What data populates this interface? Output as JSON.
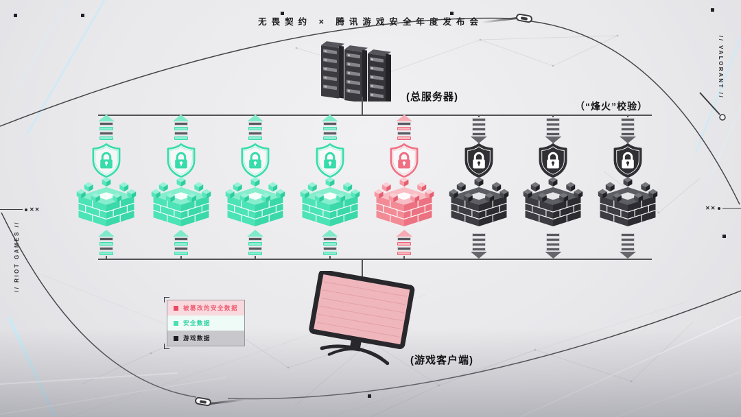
{
  "meta": {
    "title": "无畏契约 × 腾讯游戏安全年度发布会"
  },
  "side_labels": {
    "left": "// RIOT GAMES //",
    "right": "// VALORANT //"
  },
  "labels": {
    "server": "(总服务器)",
    "beacon": "（“烽火”校验）",
    "client": "(游戏客户端)"
  },
  "legend": {
    "items": [
      {
        "label": "被篡改的安全数据",
        "swatch": "#E8495F",
        "text_color": "#EE5F73",
        "bg": "#F8D9DE"
      },
      {
        "label": "安全数据",
        "swatch": "#47E0B1",
        "text_color": "#2BD3A0",
        "bg": "#EFFBF7"
      },
      {
        "label": "游戏数据",
        "swatch": "#1B1B1E",
        "text_color": "#1D1D20",
        "bg": "#C8C8CC"
      }
    ]
  },
  "diagram": {
    "columns": [
      {
        "name": "secure-node-1",
        "theme": "teal",
        "flow": "up"
      },
      {
        "name": "secure-node-2",
        "theme": "teal",
        "flow": "up"
      },
      {
        "name": "secure-node-3",
        "theme": "teal",
        "flow": "up"
      },
      {
        "name": "secure-node-4",
        "theme": "teal",
        "flow": "up"
      },
      {
        "name": "tampered-node",
        "theme": "pink",
        "flow": "up"
      },
      {
        "name": "game-data-node-1",
        "theme": "dark",
        "flow": "down"
      },
      {
        "name": "game-data-node-2",
        "theme": "dark",
        "flow": "down"
      },
      {
        "name": "game-data-node-3",
        "theme": "dark",
        "flow": "down"
      }
    ],
    "colors": {
      "secure": "#47E0B1",
      "tampered": "#F2838F",
      "game": "#35353A"
    }
  },
  "decorations": {
    "xx_marks": "✕✕"
  }
}
